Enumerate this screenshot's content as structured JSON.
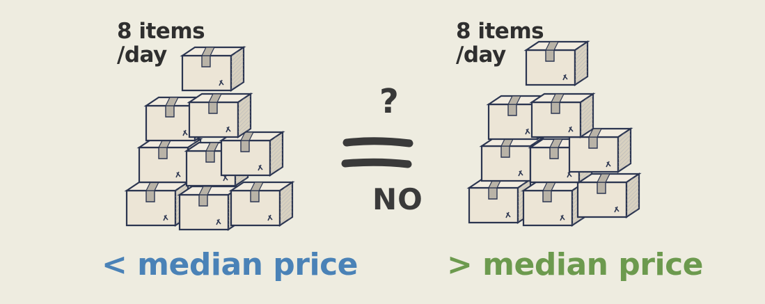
{
  "left": {
    "rate_line1": "8 items",
    "rate_line2": "/day",
    "price_label": "< median price"
  },
  "right": {
    "rate_line1": "8 items",
    "rate_line2": "/day",
    "price_label": "> median price"
  },
  "comparison": {
    "question_mark": "?",
    "no_label": "NO"
  },
  "colors": {
    "background": "#eeece0",
    "box_fill": "#ece5d6",
    "box_side": "#d8d1c0",
    "box_outline": "#2b3550",
    "tape": "#b9b3a7",
    "left_label": "#4a82b7",
    "right_label": "#6c9a4e",
    "equals": "#3a3a3a"
  },
  "icons": {
    "box": "cardboard-box-icon",
    "equals": "equals-sign-icon"
  }
}
